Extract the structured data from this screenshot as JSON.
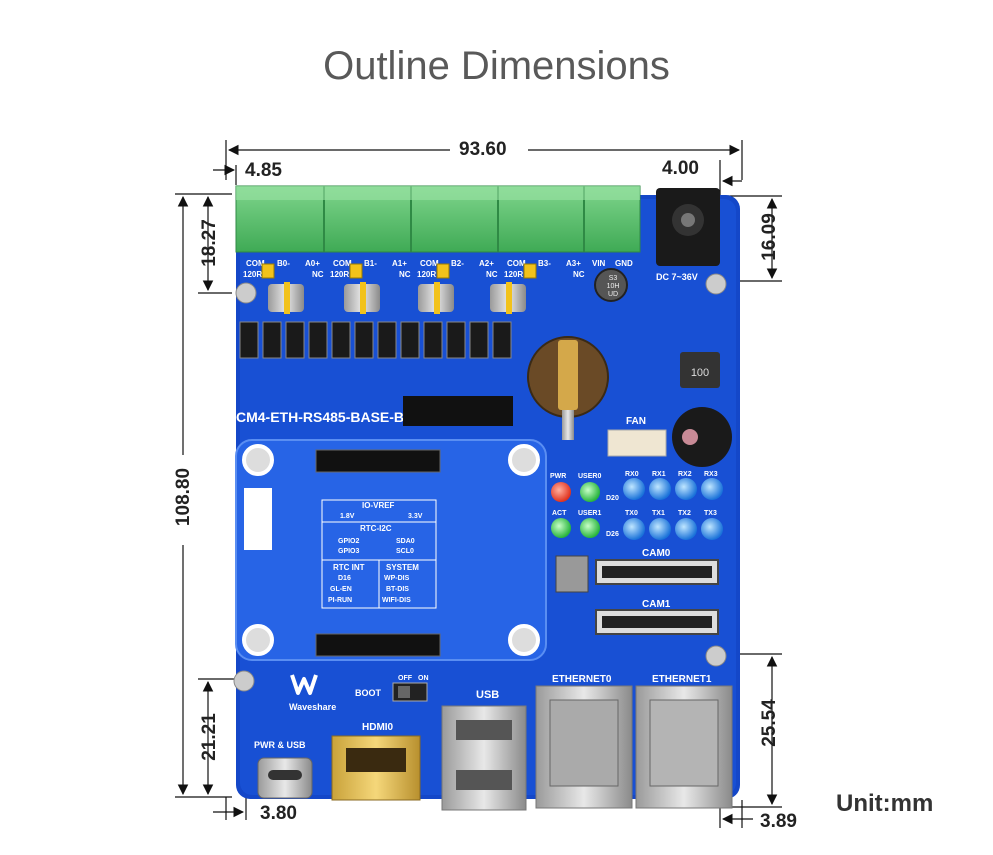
{
  "title": "Outline Dimensions",
  "unit": "Unit:mm",
  "dimensions": {
    "width": "93.60",
    "terminal_offset": "4.85",
    "dc_offset": "4.00",
    "right_top": "16.09",
    "left_top": "18.27",
    "height": "108.80",
    "left_bottom": "21.21",
    "right_bottom": "25.54",
    "bottom_left": "3.80",
    "bottom_right": "3.89"
  },
  "board": {
    "model": "CM4-ETH-RS485-BASE-B",
    "brand": "Waveshare",
    "terminals": [
      {
        "labels": [
          "COM",
          "B0-",
          "A0+"
        ],
        "sub": [
          "120R",
          "NC"
        ]
      },
      {
        "labels": [
          "COM",
          "B1-",
          "A1+"
        ],
        "sub": [
          "120R",
          "NC"
        ]
      },
      {
        "labels": [
          "COM",
          "B2-",
          "A2+"
        ],
        "sub": [
          "120R",
          "NC"
        ]
      },
      {
        "labels": [
          "COM",
          "B3-",
          "A3+"
        ],
        "sub": [
          "120R",
          "NC"
        ]
      }
    ],
    "power_in": {
      "vin": "VIN",
      "gnd": "GND",
      "range": "DC 7~36V"
    },
    "ports": {
      "fan": "FAN",
      "cam0": "CAM0",
      "cam1": "CAM1",
      "eth0": "ETHERNET0",
      "eth1": "ETHERNET1",
      "usb": "USB",
      "hdmi": "HDMI0",
      "pwr_usb": "PWR & USB",
      "boot": "BOOT",
      "boot_off": "OFF",
      "boot_on": "ON"
    },
    "leds": {
      "pwr": "PWR",
      "user0": "USER0",
      "act": "ACT",
      "user1": "USER1",
      "d20": "D20",
      "d26": "D26",
      "rx": [
        "RX0",
        "RX1",
        "RX2",
        "RX3"
      ],
      "tx": [
        "TX0",
        "TX1",
        "TX2",
        "TX3"
      ]
    },
    "config": {
      "io_vref": "IO-VREF",
      "v18": "1.8V",
      "v33": "3.3V",
      "rtc_i2c": "RTC-I2C",
      "gpio2": "GPIO2",
      "gpio3": "GPIO3",
      "sda0": "SDA0",
      "scl0": "SCL0",
      "rtc_int": "RTC INT",
      "system": "SYSTEM",
      "d16": "D16",
      "gl_en": "GL-EN",
      "pi_run": "PI-RUN",
      "wp_dis": "WP-DIS",
      "bt_dis": "BT-DIS",
      "wifi_dis": "WIFI-DIS"
    },
    "parts": {
      "inductor": "100",
      "cap": [
        "S3",
        "10H",
        "UD"
      ]
    }
  }
}
